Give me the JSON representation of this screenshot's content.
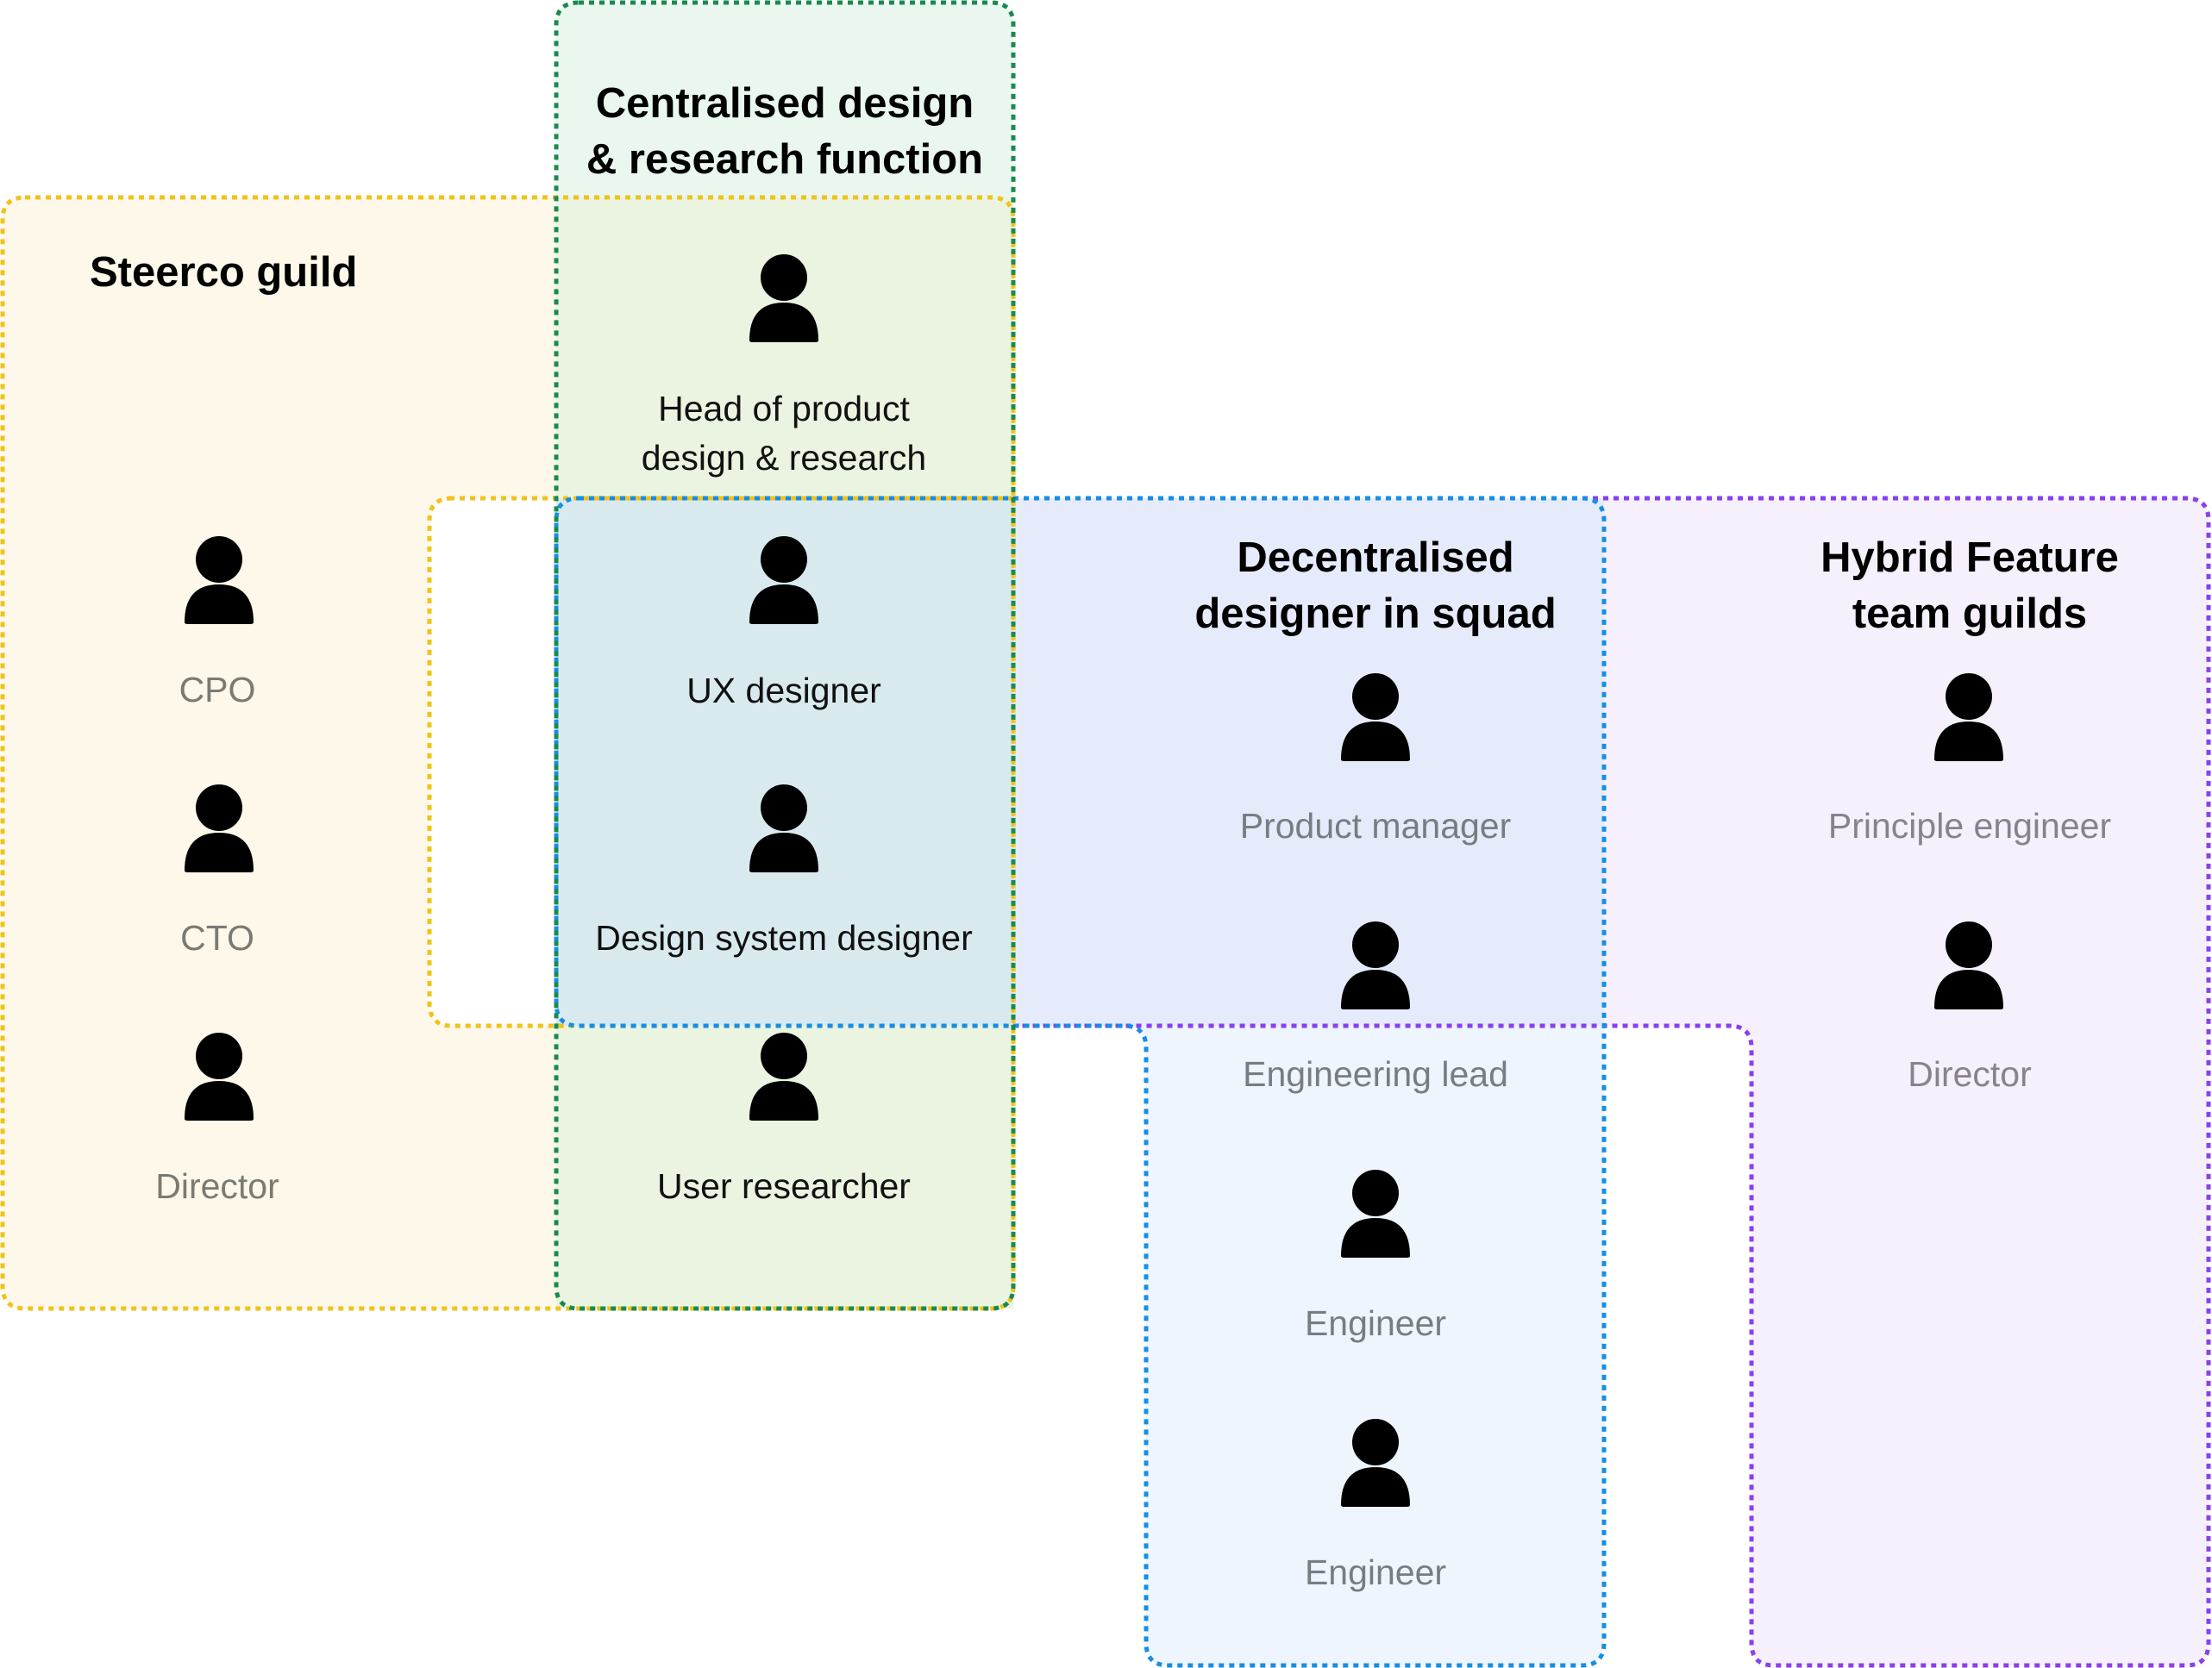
{
  "groups": {
    "steerco": {
      "title": "Steerco guild",
      "color": "#f2c21b",
      "fill": "#fdf8e9",
      "members": [
        "CPO",
        "CTO",
        "Director"
      ]
    },
    "centralised": {
      "title_line1": "Centralised design",
      "title_line2": "& research function",
      "color": "#1a8a4e",
      "fill": "#eaf7ef",
      "members": [
        "Head of product design & research",
        "UX designer",
        "Design system designer",
        "User researcher"
      ],
      "head_label_line1": "Head of product",
      "head_label_line2": "design & research"
    },
    "decentralised": {
      "title_line1": "Decentralised",
      "title_line2": "designer in squad",
      "color": "#168ee6",
      "fill": "#eef5fc",
      "members": [
        "Product manager",
        "Engineering lead",
        "Engineer",
        "Engineer"
      ]
    },
    "hybrid": {
      "title_line1": "Hybrid Feature",
      "title_line2": "team guilds",
      "color": "#8a3ff0",
      "fill": "#f5f0fb",
      "members": [
        "Principle engineer",
        "Director"
      ]
    }
  },
  "icons": {
    "person": "person-icon"
  }
}
